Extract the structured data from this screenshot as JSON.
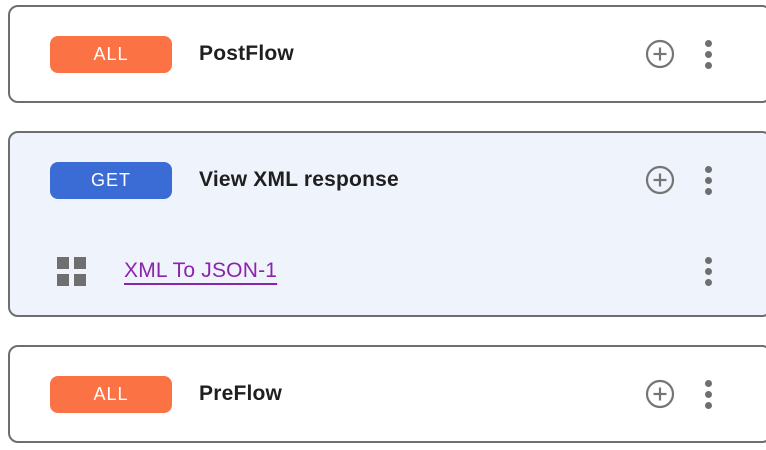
{
  "colors": {
    "all_method_badge": "#fb7245",
    "get_method_badge": "#3b6cd5",
    "card_border": "#6e6e6e",
    "selected_flow_background": "#eff3fc",
    "flow_title_text": "#1f1f1f",
    "policy_link_text": "#8a24ad",
    "icon_gray": "#757575"
  },
  "icons": {
    "add": "plus-circle-icon",
    "menu": "kebab-menu-icon",
    "policy": "grid-icon"
  },
  "flows": [
    {
      "method": "ALL",
      "name": "PostFlow"
    },
    {
      "method": "GET",
      "name": "View XML response",
      "selected": true,
      "policies": [
        {
          "name": "XML To JSON-1"
        }
      ]
    },
    {
      "method": "ALL",
      "name": "PreFlow"
    }
  ]
}
